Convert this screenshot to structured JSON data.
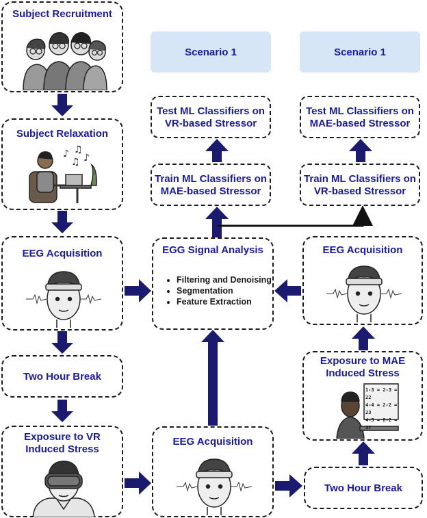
{
  "left": {
    "recruit": "Subject Recruitment",
    "relax": "Subject Relaxation",
    "eeg": "EEG Acquisition",
    "break": "Two Hour Break",
    "vr_line1": "Exposure to VR",
    "vr_line2": "Induced Stress"
  },
  "middle": {
    "scenario": "Scenario 1",
    "test_line1": "Test ML Classifiers on",
    "test_line2": "VR-based Stressor",
    "train_line1": "Train ML Classifiers on",
    "train_line2": "MAE-based Stressor",
    "analysis_title": "EGG Signal Analysis",
    "analysis_items": [
      "Filtering and Denoising",
      "Segmentation",
      "Feature Extraction"
    ],
    "eeg": "EEG Acquisition"
  },
  "right": {
    "scenario": "Scenario 1",
    "test_line1": "Test ML Classifiers on",
    "test_line2": "MAE-based Stressor",
    "train_line1": "Train ML Classifiers on",
    "train_line2": "VR-based Stressor",
    "eeg": "EEG Acquisition",
    "mae_line1": "Exposure to MAE",
    "mae_line2": "Induced Stress",
    "break": "Two Hour Break",
    "screen_lines": [
      "1-3 = 2-3 = 22",
      "4-4 = 2-2 = 23",
      "4-3 = 8-2 = 37"
    ]
  },
  "colors": {
    "title_text": "#1a1aa0",
    "arrow": "#1a1a6e",
    "scenario_bg": "#d6e6f7"
  }
}
